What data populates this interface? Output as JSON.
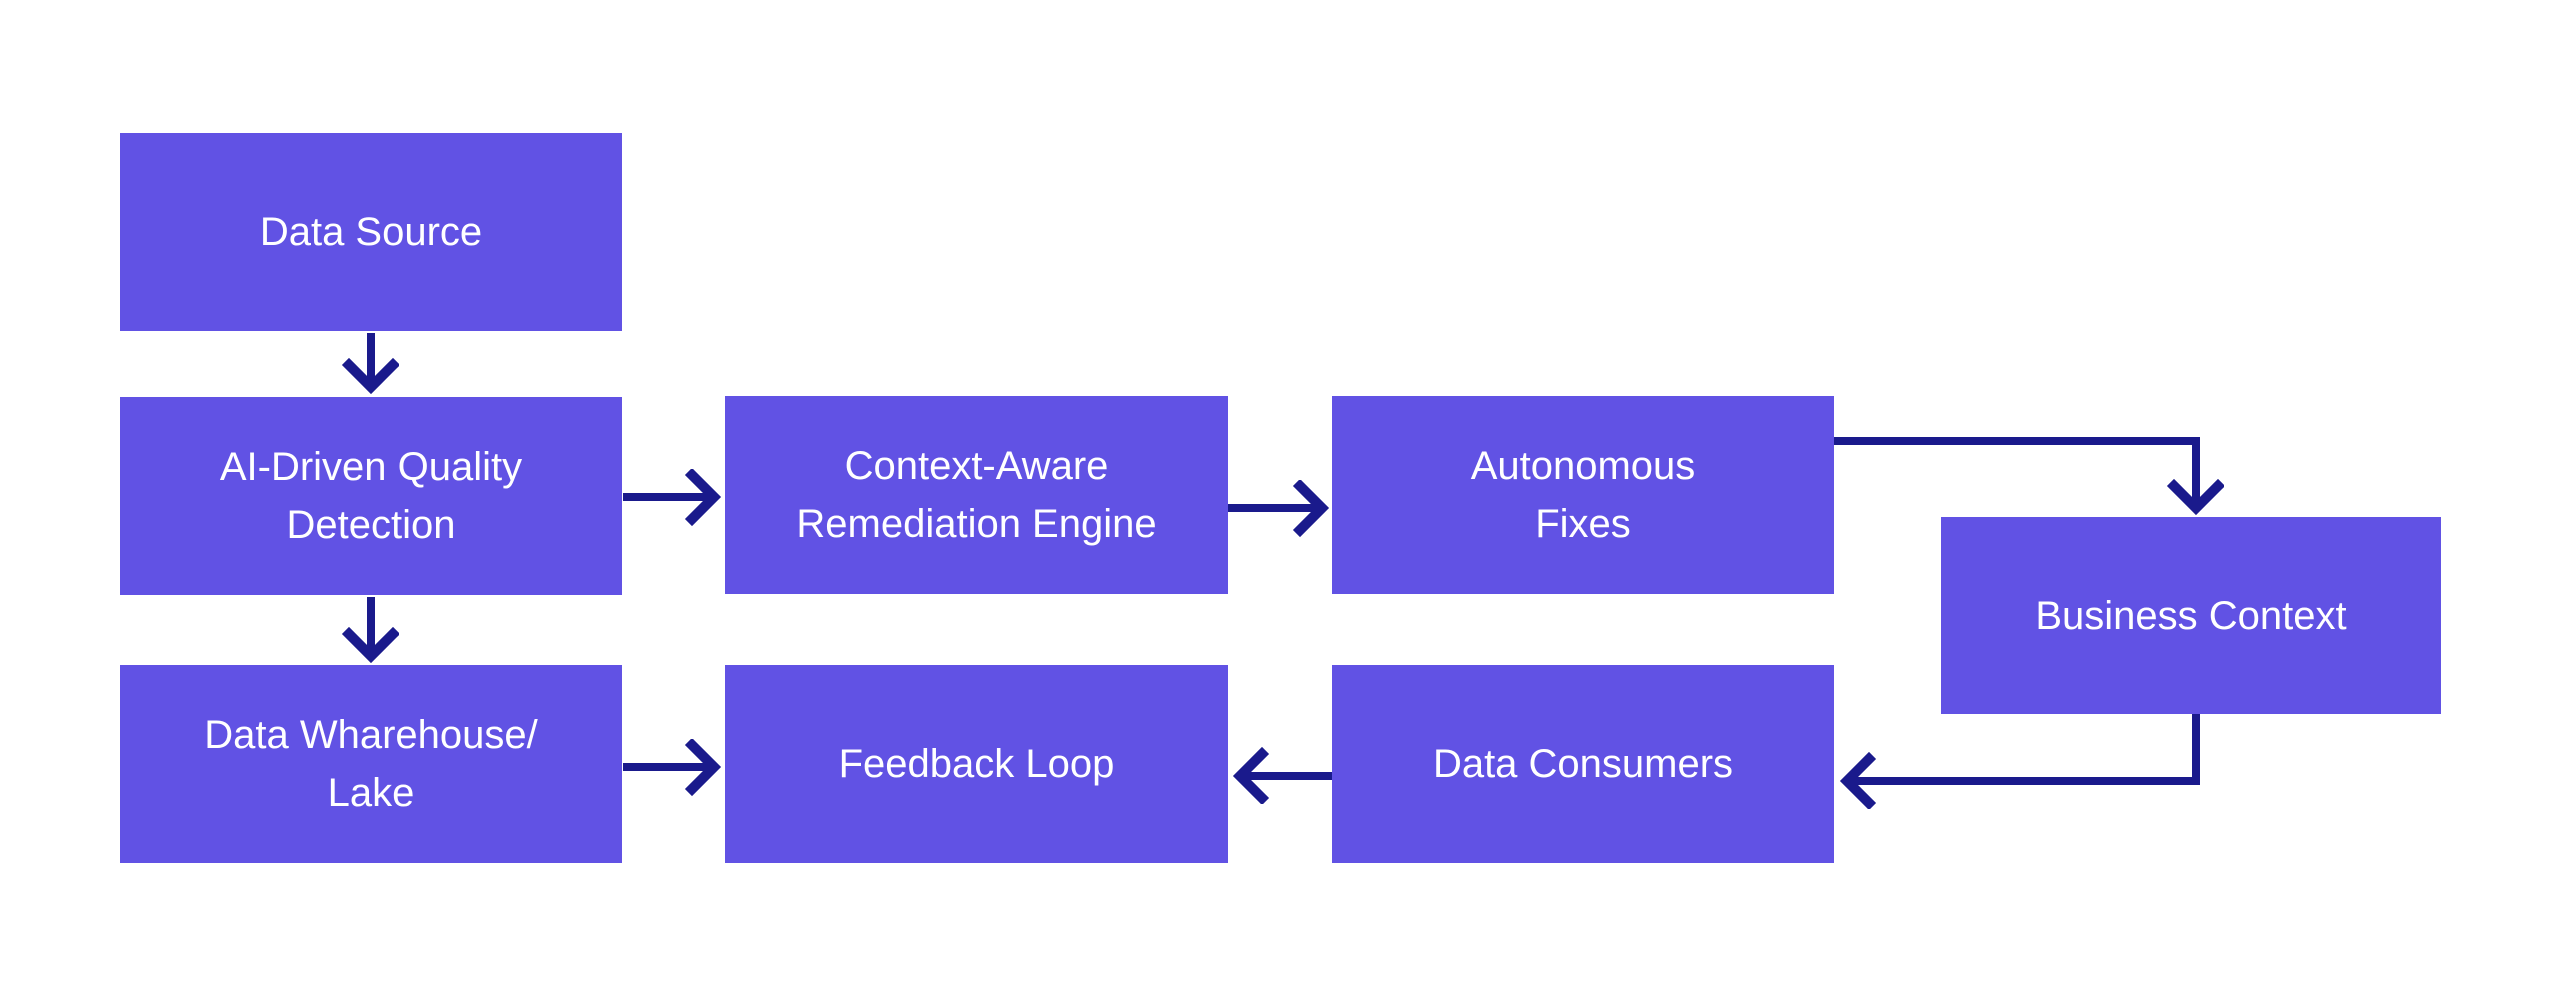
{
  "diagram": {
    "title": "Autonomous data quality flowchart",
    "colors": {
      "canvas_bg": "#ffffff",
      "node_fill": "#6152e4",
      "node_text": "#ffffff",
      "arrow_color": "#1a1a8c"
    },
    "nodes": [
      {
        "id": "data-source",
        "label": "Data Source"
      },
      {
        "id": "ai-driven-quality-detection",
        "label": "AI-Driven Quality\nDetection"
      },
      {
        "id": "context-aware-remediation-engine",
        "label": "Context-Aware\nRemediation Engine"
      },
      {
        "id": "autonomous-fixes",
        "label": "Autonomous\nFixes"
      },
      {
        "id": "business-context",
        "label": "Business Context"
      },
      {
        "id": "data-warehouse-lake",
        "label": "Data Wharehouse/\nLake"
      },
      {
        "id": "feedback-loop",
        "label": "Feedback Loop"
      },
      {
        "id": "data-consumers",
        "label": "Data Consumers"
      }
    ],
    "edges": [
      {
        "from": "Data Source",
        "to": "AI-Driven Quality Detection"
      },
      {
        "from": "AI-Driven Quality Detection",
        "to": "Context-Aware Remediation Engine"
      },
      {
        "from": "AI-Driven Quality Detection",
        "to": "Data Wharehouse/ Lake"
      },
      {
        "from": "Context-Aware Remediation Engine",
        "to": "Autonomous Fixes"
      },
      {
        "from": "Autonomous Fixes",
        "to": "Business Context"
      },
      {
        "from": "Business Context",
        "to": "Data Consumers"
      },
      {
        "from": "Data Consumers",
        "to": "Feedback Loop"
      },
      {
        "from": "Data Wharehouse/ Lake",
        "to": "Feedback Loop"
      }
    ]
  }
}
